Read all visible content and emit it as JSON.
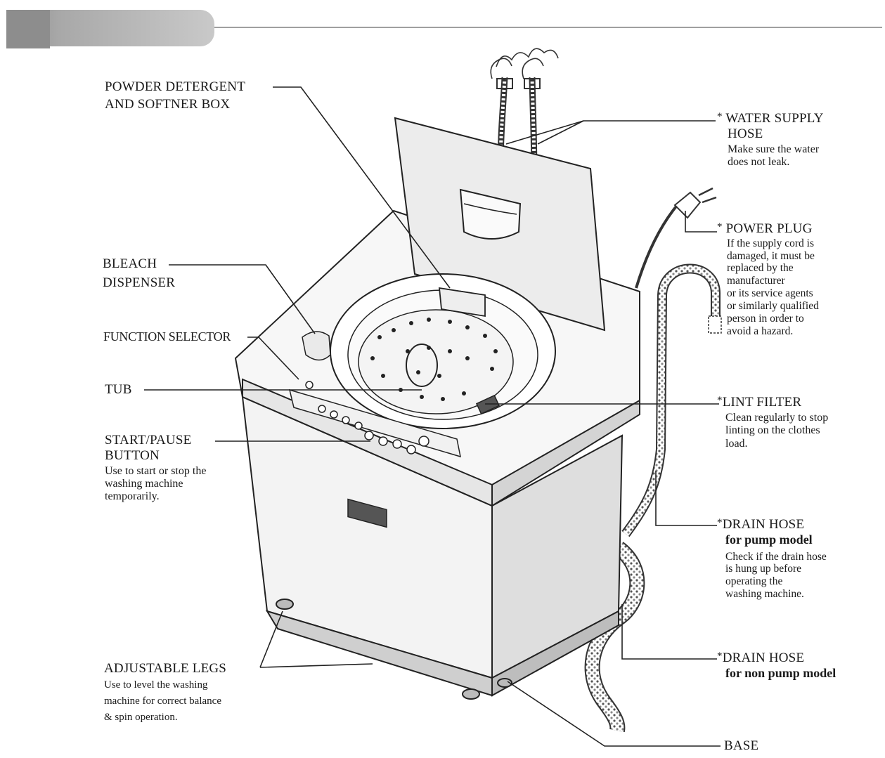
{
  "labels": {
    "powder_detergent": {
      "line1": "POWDER DETERGENT",
      "line2": "AND SOFTNER BOX"
    },
    "bleach": {
      "line1": "BLEACH",
      "line2": "DISPENSER"
    },
    "function_selector": {
      "title": "FUNCTION SELECTOR"
    },
    "tub": {
      "title": "TUB"
    },
    "start_pause": {
      "line1": "START/PAUSE",
      "line2": "BUTTON",
      "desc1": "Use to start or stop the",
      "desc2": "washing machine",
      "desc3": "temporarily."
    },
    "adjustable_legs": {
      "title": "ADJUSTABLE LEGS",
      "desc1": "Use to level the washing",
      "desc2": "machine for correct balance",
      "desc3": "& spin operation."
    },
    "water_supply": {
      "star": "*",
      "line1": "WATER SUPPLY",
      "line2": "HOSE",
      "desc1": "Make sure the water",
      "desc2": "does not leak."
    },
    "power_plug": {
      "star": "*",
      "title": "POWER PLUG",
      "desc1": "If the supply cord is",
      "desc2": "damaged, it must  be",
      "desc3": "replaced by the",
      "desc4": "manufacturer",
      "desc5": "or its service agents",
      "desc6": "or similarly qualified",
      "desc7": "person in order to",
      "desc8": "avoid a hazard."
    },
    "lint_filter": {
      "star": "*",
      "title": "LINT FILTER",
      "desc1": "Clean regularly to stop",
      "desc2": "linting on the clothes",
      "desc3": "load."
    },
    "drain_pump": {
      "star": "*",
      "title": "DRAIN HOSE",
      "subtitle": "for pump model",
      "desc1": "Check if the drain hose",
      "desc2": "is hung up before",
      "desc3": "operating the",
      "desc4": "washing machine."
    },
    "drain_nonpump": {
      "star": "*",
      "title": "DRAIN HOSE",
      "subtitle": "for non pump model"
    },
    "base": {
      "title": "BASE"
    }
  },
  "colors": {
    "ink": "#1a1a1a",
    "tab_dark": "#8c8c8c",
    "tab_light": "#c8c8c8",
    "rule": "#a0a0a0",
    "machine_fill": "#f2f2f2",
    "machine_shade": "#dcdcdc"
  }
}
